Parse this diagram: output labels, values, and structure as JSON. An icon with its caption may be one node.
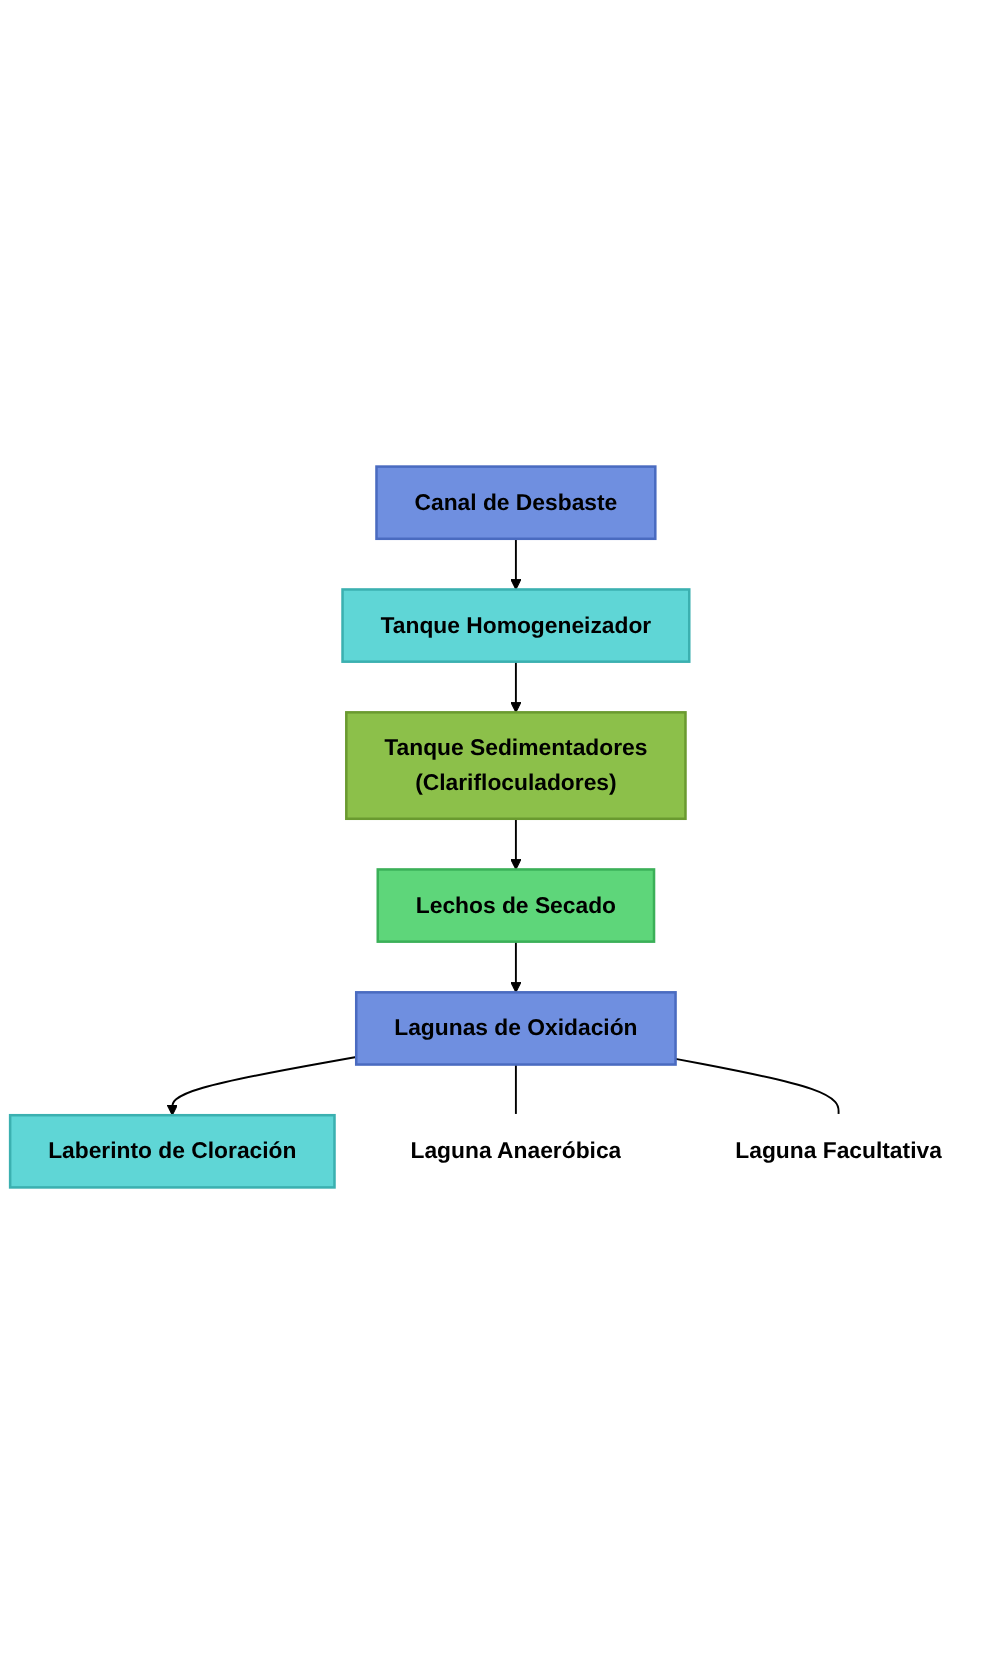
{
  "diagram": {
    "nodes": [
      {
        "text": [
          "Canal de Desbaste"
        ]
      },
      {
        "text": [
          "Tanque Homogeneizador"
        ]
      },
      {
        "text": [
          "Tanque Sedimentadores",
          "(Clarifloculadores)"
        ]
      },
      {
        "text": [
          "Lechos de Secado"
        ]
      },
      {
        "text": [
          "Lagunas de Oxidación"
        ]
      },
      {
        "text": [
          "Laberinto de Cloración"
        ]
      },
      {
        "text": [
          "Laguna Anaeróbica"
        ]
      },
      {
        "text": [
          "Laguna Facultativa"
        ]
      }
    ],
    "edges": [
      {
        "from": 0,
        "to": 1,
        "arrow": "to"
      },
      {
        "from": 1,
        "to": 2,
        "arrow": "to"
      },
      {
        "from": 2,
        "to": 3,
        "arrow": "to"
      },
      {
        "from": 3,
        "to": 4,
        "arrow": "to"
      },
      {
        "from": 4,
        "to": 5,
        "arrow": "to"
      },
      {
        "from": 4,
        "to": 6,
        "arrow": "none"
      },
      {
        "from": 4,
        "to": 7,
        "arrow": "none"
      }
    ]
  }
}
